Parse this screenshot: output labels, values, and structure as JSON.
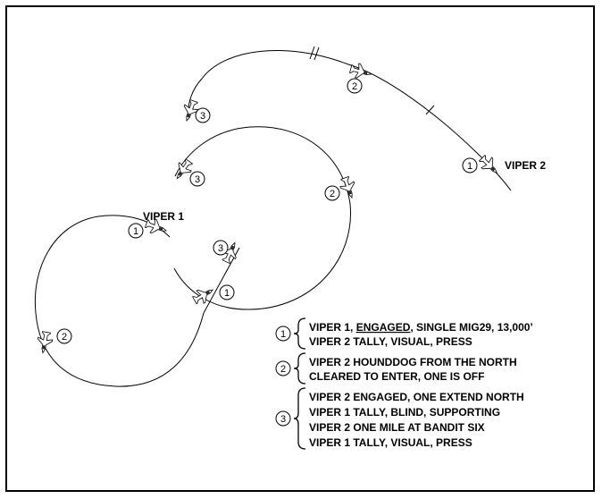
{
  "aircraft": {
    "viper1": "VIPER 1",
    "viper2": "VIPER 2"
  },
  "step_markers": [
    "1",
    "2",
    "3"
  ],
  "legend": [
    {
      "marker": "1",
      "lines": [
        "VIPER 1, ENGAGED, SINGLE MIG29, 13,000’",
        "VIPER 2 TALLY, VISUAL, PRESS"
      ],
      "line1_parts": {
        "pre": "VIPER 1, ",
        "underlined": "ENGAGED",
        "post": ", SINGLE MIG29, 13,000’"
      }
    },
    {
      "marker": "2",
      "lines": [
        "VIPER 2 HOUNDDOG FROM THE NORTH",
        "CLEARED TO ENTER, ONE IS OFF"
      ]
    },
    {
      "marker": "3",
      "lines": [
        "VIPER 2 ENGAGED, ONE EXTEND NORTH",
        "VIPER 1 TALLY, BLIND, SUPPORTING",
        "VIPER 2 ONE MILE AT BANDIT SIX",
        "VIPER 1 TALLY, VISUAL, PRESS"
      ]
    }
  ],
  "colors": {
    "ink": "#000000",
    "paper": "#ffffff"
  }
}
